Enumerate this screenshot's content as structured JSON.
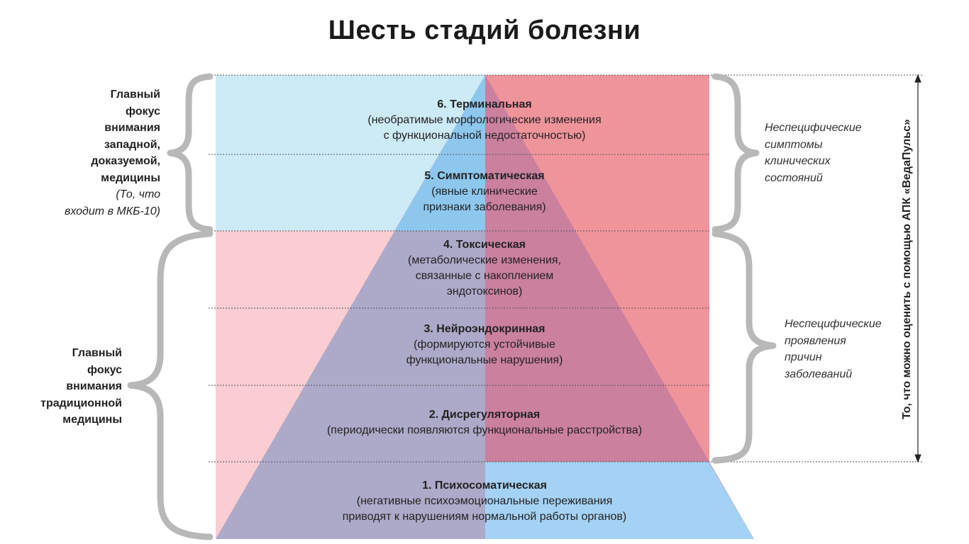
{
  "title": "Шесть стадий болезни",
  "stages": [
    {
      "number_title": "6. Терминальная",
      "lines": [
        "(необратимые морфологические изменения",
        "с функциональной недостаточностью)"
      ]
    },
    {
      "number_title": "5. Симптоматическая",
      "lines": [
        "(явные клинические",
        "признаки заболевания)"
      ]
    },
    {
      "number_title": "4. Токсическая",
      "lines": [
        "(метаболические изменения,",
        "связанные с накоплением",
        "эндотоксинов)"
      ]
    },
    {
      "number_title": "3. Нейроэндокринная",
      "lines": [
        "(формируются устойчивые",
        "функциональные нарушения)"
      ]
    },
    {
      "number_title": "2. Дисрегуляторная",
      "lines": [
        "(периодически появляются функциональные расстройства)"
      ]
    },
    {
      "number_title": "1. Психосоматическая",
      "lines": [
        "(негативные психоэмоциональные переживания",
        "приводят к нарушениям нормальной работы органов)"
      ]
    }
  ],
  "left_upper": {
    "lines": [
      "Главный",
      "фокус",
      "внимания",
      "западной,",
      "доказуемой,",
      "медицины"
    ],
    "note_lines": [
      "(То, что",
      "входит в МКБ-10)"
    ]
  },
  "left_lower": {
    "lines": [
      "Главный",
      "фокус",
      "внимания",
      "традиционной",
      "медицины"
    ]
  },
  "right_upper": {
    "lines": [
      "Неспецифические",
      "симптомы",
      "клинических",
      "состояний"
    ]
  },
  "right_lower": {
    "lines": [
      "Неспецифические",
      "проявления",
      "причин",
      "заболеваний"
    ]
  },
  "vertical_label": "То, что можно оценить с помощью АПК «ВедаПульс»",
  "colors": {
    "light_blue": "#cdeaf7",
    "light_pink": "#f9cdd2",
    "salmon": "#f0949c",
    "triangle_left": "#a9a6c8",
    "triangle_top_blue": "#8ec7ee",
    "triangle_right": "#c87e9e",
    "triangle_bottom_right": "#9fd0f5",
    "brace": "#b8b8b8"
  }
}
